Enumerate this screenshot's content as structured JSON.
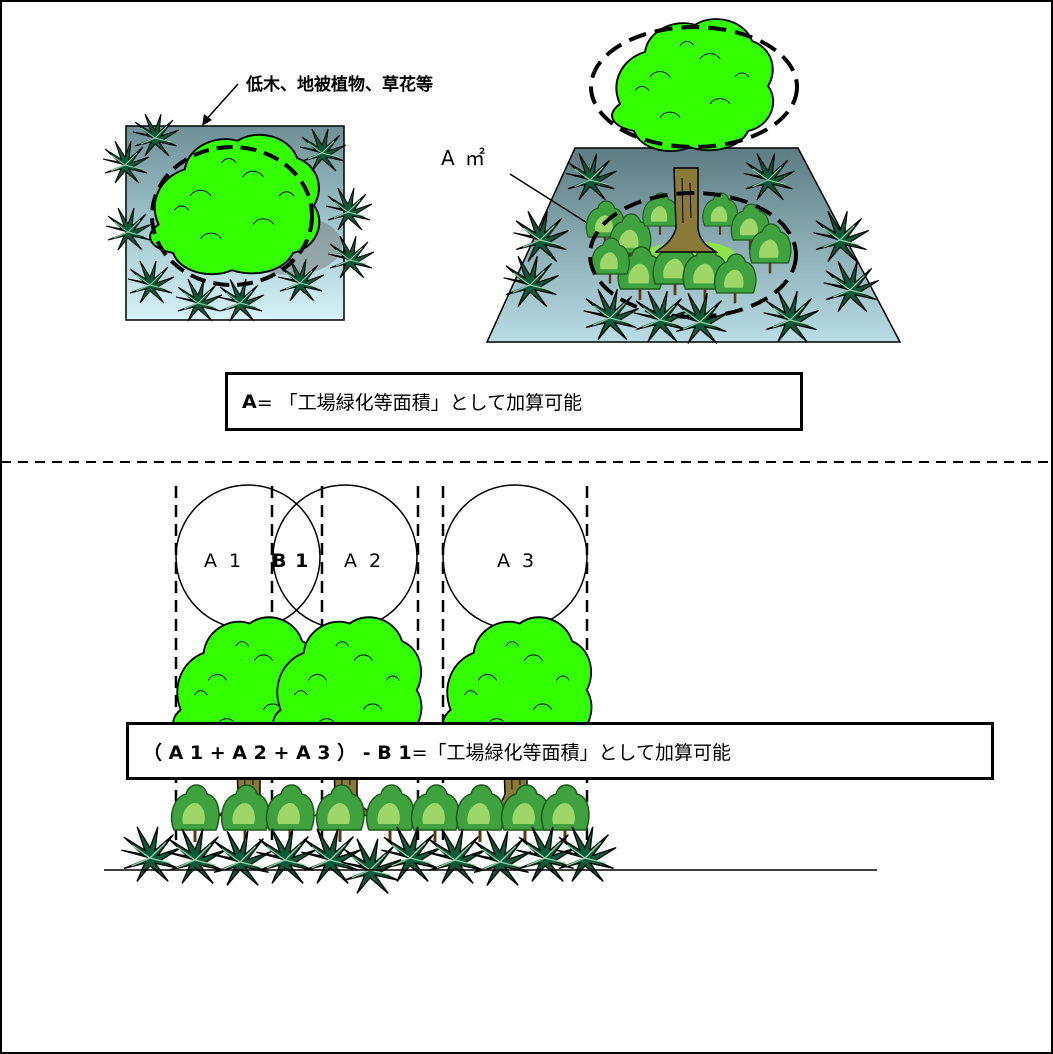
{
  "top": {
    "shrub_label": "低木、地被植物、草花等",
    "area_label": "A ㎡"
  },
  "formula_top": {
    "var": "A",
    "text": " = 「工場緑化等面積」として加算可能"
  },
  "bottom": {
    "circle_labels": [
      "A 1",
      "B 1",
      "A 2",
      "A 3"
    ]
  },
  "formula_bottom": {
    "expr": "（ A 1 + A 2 + A 3 ） - B 1",
    "text": " =「工場緑化等面積」として加算可能"
  },
  "colors": {
    "canopy": "#33ff00",
    "canopy_outline": "#000000",
    "trunk": "#8a7a3a",
    "ground": "#a9cfd8",
    "grass": "#0b5a3a",
    "shrub": "#2e8b2e"
  }
}
